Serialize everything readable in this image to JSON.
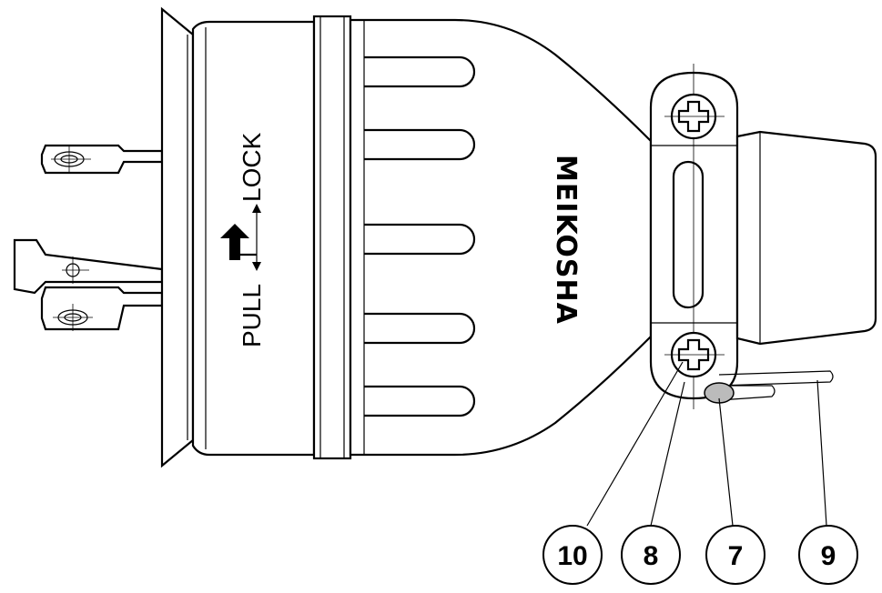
{
  "body_stamp": {
    "pull_text": "PULL",
    "lock_text": "LOCK"
  },
  "brand_text": "MEIKOSHA",
  "callouts": [
    {
      "id": "callout-10",
      "number": "10"
    },
    {
      "id": "callout-8",
      "number": "8"
    },
    {
      "id": "callout-7",
      "number": "7"
    },
    {
      "id": "callout-9",
      "number": "9"
    }
  ]
}
